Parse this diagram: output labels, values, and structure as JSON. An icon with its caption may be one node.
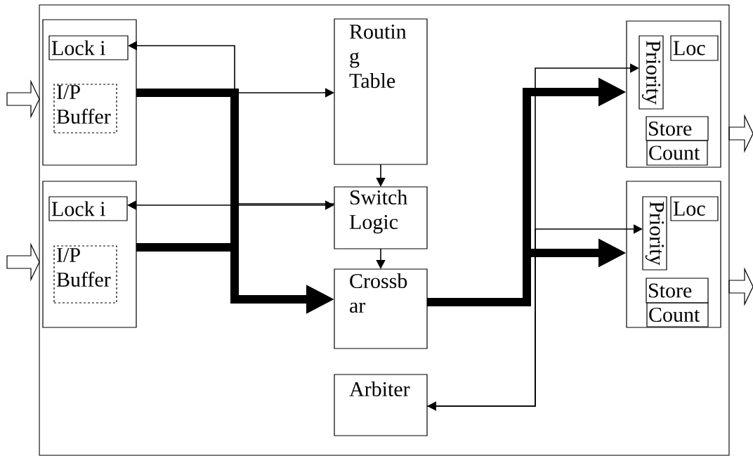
{
  "diagram": {
    "nodes": [
      {
        "text": [],
        "shape": "box"
      },
      {
        "text": [],
        "shape": "box",
        "in": 0
      },
      {
        "text": [
          "Lock i"
        ],
        "in": 1
      },
      {
        "text": [
          "I/P Buffer"
        ],
        "in": 1
      },
      {
        "text": [],
        "shape": "box",
        "in": 0
      },
      {
        "text": [
          "Lock i"
        ],
        "in": 4
      },
      {
        "text": [
          "I/P Buffer"
        ],
        "in": 4
      },
      {
        "text": [
          "Routin g Table"
        ],
        "in": 0
      },
      {
        "text": [
          "Switch Logic"
        ],
        "in": 0
      },
      {
        "text": [
          "Crossb ar"
        ],
        "in": 0
      },
      {
        "text": [
          "Arbiter"
        ],
        "in": 0
      },
      {
        "text": [],
        "shape": "box",
        "in": 0
      },
      {
        "text": [
          "Priority"
        ],
        "in": 11
      },
      {
        "text": [
          "Loc"
        ],
        "in": 11
      },
      {
        "text": [
          "Store"
        ],
        "in": 11
      },
      {
        "text": [
          "Count"
        ],
        "in": 11
      },
      {
        "text": [],
        "shape": "box",
        "in": 0
      },
      {
        "text": [
          "Priority"
        ],
        "in": 16
      },
      {
        "text": [
          "Loc"
        ],
        "in": 16
      },
      {
        "text": [
          "Store"
        ],
        "in": 16
      },
      {
        "text": [
          "Count"
        ],
        "in": 16
      }
    ],
    "edges": [
      {
        "from": null,
        "to": 1,
        "arrow": "to"
      },
      {
        "from": null,
        "to": 4,
        "arrow": "to"
      },
      {
        "from": 1,
        "to": 7,
        "arrow": "to"
      },
      {
        "from": 1,
        "to": 9,
        "arrow": "to",
        "style": "thick"
      },
      {
        "from": 4,
        "to": 9,
        "arrow": "to",
        "style": "thick"
      },
      {
        "from": 8,
        "to": 2,
        "arrow": "to"
      },
      {
        "from": 5,
        "to": 8,
        "arrow": "both"
      },
      {
        "from": 7,
        "to": 8,
        "arrow": "to"
      },
      {
        "from": 8,
        "to": 9,
        "arrow": "to"
      },
      {
        "from": 9,
        "to": 11,
        "arrow": "to",
        "style": "thick"
      },
      {
        "from": 9,
        "to": 16,
        "arrow": "to",
        "style": "thick"
      },
      {
        "from": 10,
        "to": 12,
        "arrow": "both"
      },
      {
        "from": 10,
        "to": 17,
        "arrow": "to"
      },
      {
        "from": 11,
        "to": null,
        "arrow": "to"
      },
      {
        "from": 16,
        "to": null,
        "arrow": "to"
      }
    ]
  }
}
